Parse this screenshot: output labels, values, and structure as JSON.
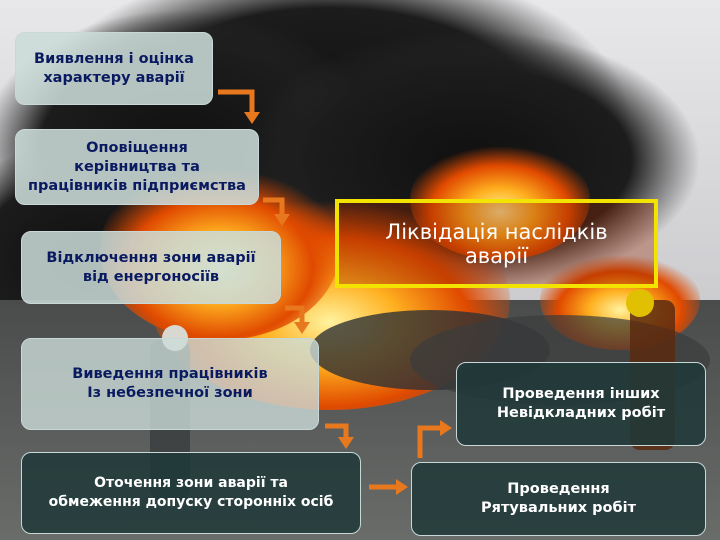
{
  "steps": [
    {
      "line1": "Виявлення і оцінка",
      "line2": "характеру аварії"
    },
    {
      "line1": "Оповіщення",
      "line2": "керівництва та",
      "line3": "працівників підприємства"
    },
    {
      "line1": "Відключення зони аварії",
      "line2": "від енергоносіїв"
    },
    {
      "line1": "Виведення працівників",
      "line2": "Із небезпечної зони"
    },
    {
      "line1": "Оточення зони аварії та",
      "line2": "обмеження допуску сторонніх осіб"
    }
  ],
  "target": {
    "line1": "Ліквідація наслідків",
    "line2": "аварії"
  },
  "right_steps": [
    {
      "line1": "Проведення інших",
      "line2": "Невідкладних робіт"
    },
    {
      "line1": "Проведення",
      "line2": "Рятувальних робіт"
    }
  ],
  "colors": {
    "arrow": "#e8781e",
    "target_border": "#f2e400",
    "light_box": "#ccdcd8",
    "dark_box": "#1e3838"
  }
}
